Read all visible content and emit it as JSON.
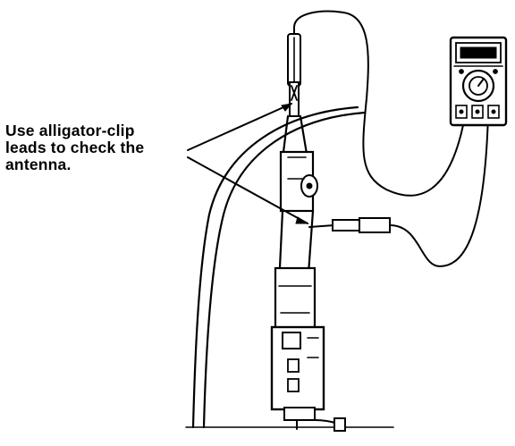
{
  "figure": {
    "callout_lines": [
      "Use alligator-clip",
      "leads to check the",
      "antenna."
    ]
  },
  "icons": {
    "meter": "multimeter-icon",
    "antenna": "power-antenna-icon",
    "upper_clip": "alligator-clip-icon",
    "lower_clip": "alligator-clip-icon"
  }
}
